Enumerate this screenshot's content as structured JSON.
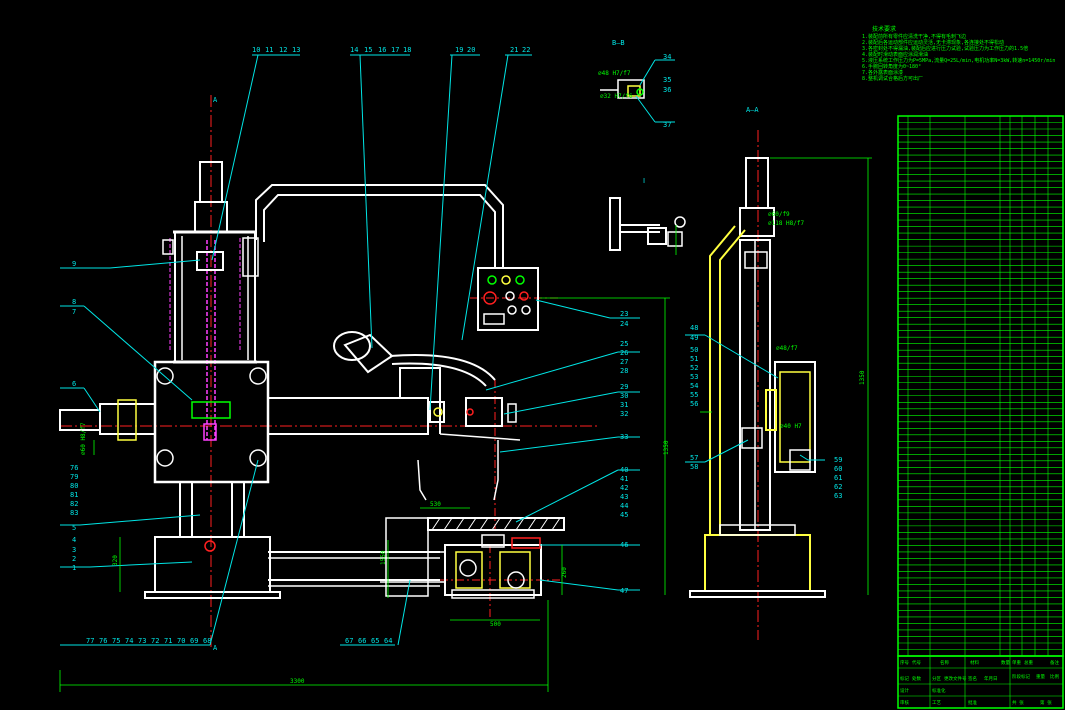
{
  "drawing": {
    "view_label_b": "B–B",
    "view_label_a_right": "A–A",
    "view_label_a_left": "A",
    "view_label_a_bottom": "A",
    "detail_label": "Ⅰ",
    "tech_title": "技术要求",
    "tech_lines": [
      "1.装配前所有零件应清洗干净,不得有毛刺飞边",
      "2.装配后各运动部件应运动灵活,无卡滞现象,各连接处不得松动",
      "3.各密封处不得漏油,装配后应进行压力试验,试验压力为工作压力的1.5倍",
      "4.装配时滑动表面应涂润滑油",
      "5.液压系统工作压力为P=5MPa,流量Q=25L/min,电机功率N=3kW,转速n=1450r/min",
      "6.手腕回转角度为0~180°",
      "7.各外露表面涂漆",
      "8.整机调试合格后方可出厂"
    ],
    "balloons_top": [
      "10",
      "11",
      "12",
      "13",
      "14",
      "15",
      "16",
      "17",
      "18",
      "19",
      "20",
      "21",
      "22"
    ],
    "balloons_left": [
      "9",
      "8",
      "7",
      "6",
      "76",
      "79",
      "80",
      "81",
      "82",
      "83",
      "5",
      "4",
      "3",
      "2",
      "1"
    ],
    "balloons_bottom_left": [
      "77",
      "76",
      "75",
      "74",
      "73",
      "72",
      "71",
      "70",
      "69",
      "68"
    ],
    "balloons_bottom_mid": [
      "67",
      "66",
      "65",
      "64"
    ],
    "balloons_mid_right": [
      "23",
      "24",
      "25",
      "26",
      "27",
      "28",
      "29",
      "30",
      "31",
      "32",
      "33",
      "40",
      "41",
      "42",
      "43",
      "44",
      "45",
      "46",
      "47"
    ],
    "balloons_aa_left": [
      "48",
      "49",
      "50",
      "51",
      "52",
      "53",
      "54",
      "55",
      "56",
      "57",
      "58"
    ],
    "balloons_aa_right": [
      "59",
      "60",
      "61",
      "62",
      "63"
    ],
    "balloons_bb": [
      "34",
      "35",
      "36",
      "37"
    ],
    "dims": {
      "overall_width": "3300",
      "height_left": "1350",
      "height_right": "1350",
      "base_height": "320",
      "arm_reach": "500",
      "dim_530": "530",
      "dim_260": "260",
      "dim_bottom": "1550",
      "wrist_note": "⌀60 H8/f7",
      "aa_note_1": "⌀60/f9",
      "aa_note_2": "⌀118 H8/f7",
      "bb_note_1": "⌀48 H7/f7",
      "bb_note_2": "⌀32 H7/f6",
      "aa_note_3": "⌀48/f7",
      "aa_note_4": "⌀40 H7"
    },
    "bom_headers": [
      "序号",
      "代号",
      "名称",
      "数量",
      "材料",
      "单重",
      "总重",
      "备注"
    ],
    "title_block": [
      "标记",
      "处数",
      "分区",
      "更改文件号",
      "签名",
      "年月日",
      "设计",
      "标准化",
      "阶段标记",
      "重量",
      "比例",
      "审核",
      "工艺",
      "批准",
      "共 张",
      "第 张"
    ],
    "colors": {
      "background": "#000000",
      "outline": "#ffffff",
      "centerline": "#ff2020",
      "leader": "#00e5e5",
      "dimension": "#00ff00",
      "title_table": "#00ff00",
      "yellow": "#ffff40",
      "magenta": "#ff40ff",
      "red": "#ff0000"
    }
  }
}
